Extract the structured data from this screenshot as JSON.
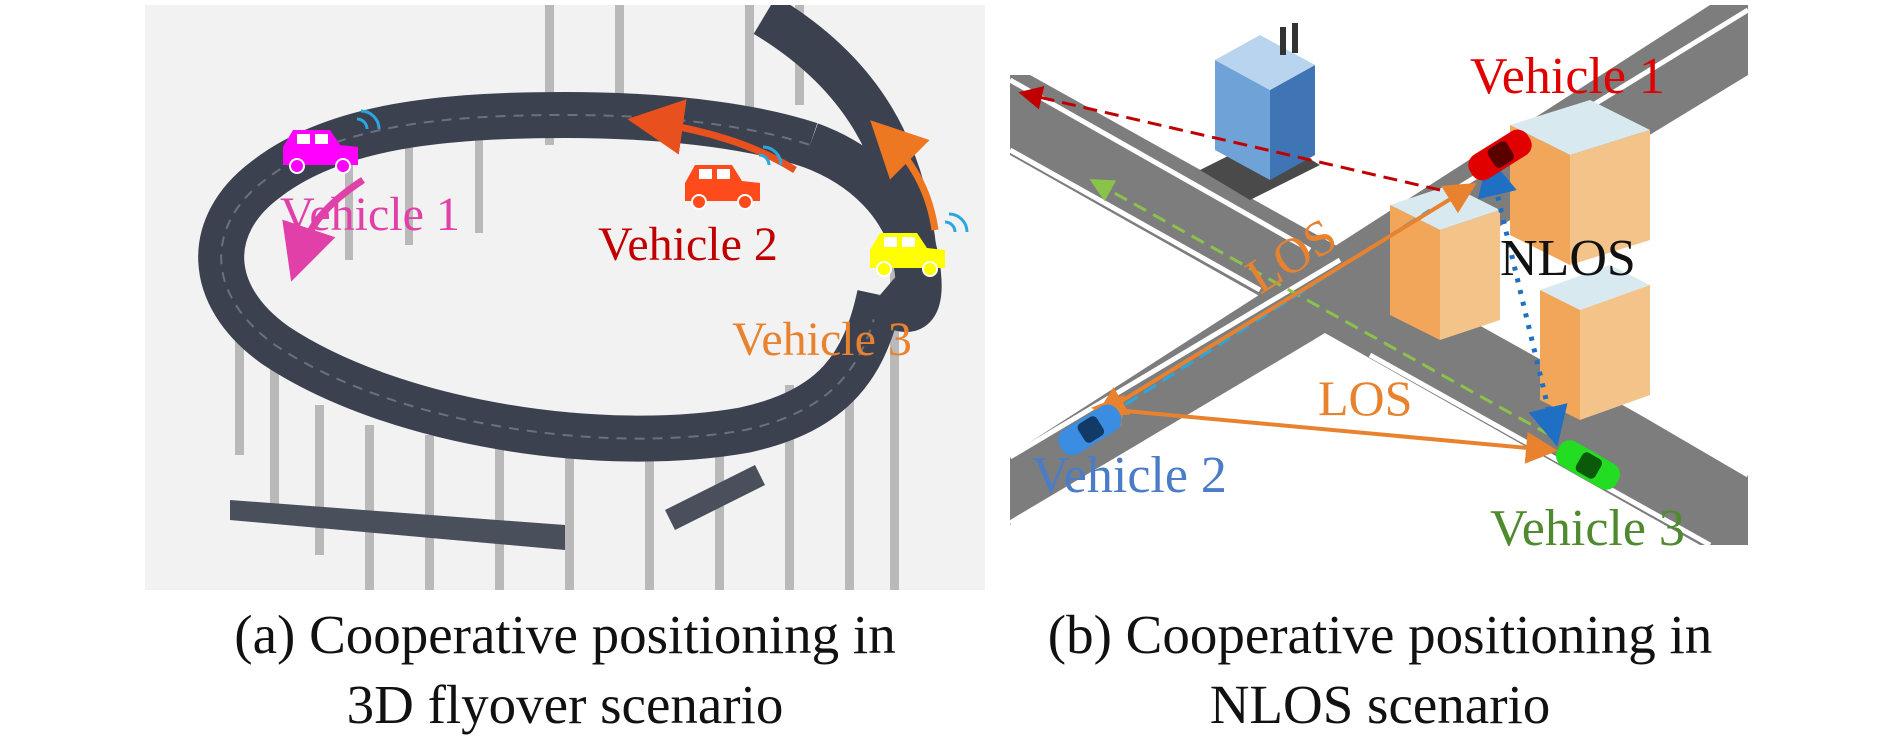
{
  "panel_a": {
    "vehicles": [
      "Vehicle 3",
      "Vehicle 2",
      "Vehicle 1"
    ],
    "caption_line1": "(a) Cooperative positioning in",
    "caption_line2": "3D flyover scenario"
  },
  "panel_b": {
    "vehicles": [
      "Vehicle 1",
      "Vehicle 2",
      "Vehicle 3"
    ],
    "links": [
      "LOS",
      "LOS",
      "NLOS"
    ],
    "caption_line1": "(b) Cooperative positioning in",
    "caption_line2": "NLOS scenario"
  },
  "colors": {
    "vehicle1_a": "#e8822e",
    "vehicle2_a": "#c00000",
    "vehicle3_a": "#e040a8",
    "vehicle1_b": "#e00000",
    "vehicle2_b": "#4a7cc8",
    "vehicle3_b": "#4f8a2e",
    "los": "#e8822e",
    "nlos_link": "#1f6fc4"
  }
}
